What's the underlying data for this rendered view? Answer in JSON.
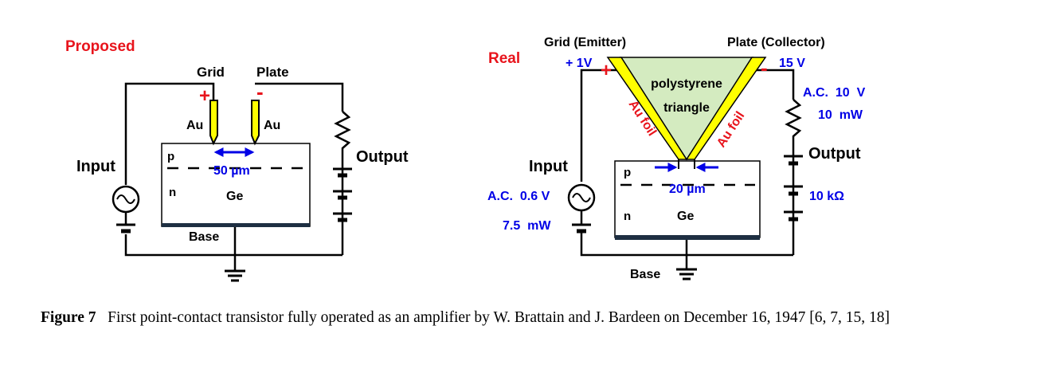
{
  "colors": {
    "red": "#e8141c",
    "blue": "#0000e6",
    "yellow": "#ffff00",
    "triangle_fill": "#d4ebc0",
    "base_plate": "#1e2f42",
    "wire": "#000000"
  },
  "left": {
    "title": "Proposed",
    "grid_label": "Grid",
    "plate_label": "Plate",
    "plus": "+",
    "minus": "-",
    "au_left": "Au",
    "au_right": "Au",
    "p_label": "p",
    "n_label": "n",
    "gap_label": "50 µm",
    "ge_label": "Ge",
    "base_label": "Base",
    "input_label": "Input",
    "output_label": "Output"
  },
  "right": {
    "title": "Real",
    "grid_label": "Grid (Emitter)",
    "plate_label": "Plate (Collector)",
    "plus": "+",
    "minus": "-",
    "grid_voltage": "+ 1V",
    "plate_voltage": "15 V",
    "triangle_line1": "polystyrene",
    "triangle_line2": "triangle",
    "foil_left": "Au foil",
    "foil_right": "Au foil",
    "ac_out": "A.C.  10  V",
    "power_out": "10  mW",
    "output_label": "Output",
    "input_label": "Input",
    "ac_in": "A.C.  0.6 V",
    "power_in": "7.5  mW",
    "p_label": "p",
    "n_label": "n",
    "gap_label": "20 µm",
    "ge_label": "Ge",
    "resistance": "10 kΩ",
    "base_label": "Base"
  },
  "caption": {
    "label": "Figure 7",
    "text": "First point-contact transistor fully operated as an amplifier by W. Brattain and J. Bardeen on December 16, 1947 [6, 7, 15, 18]"
  }
}
